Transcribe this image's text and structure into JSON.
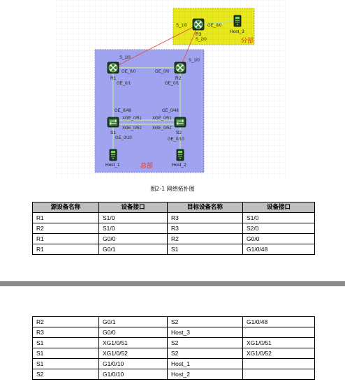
{
  "topology": {
    "regions": {
      "hq": "总部",
      "branch": "分部"
    },
    "devices": [
      {
        "id": "R1",
        "label": "R1",
        "kind": "router"
      },
      {
        "id": "R2",
        "label": "R2",
        "kind": "router"
      },
      {
        "id": "R3",
        "label": "R3",
        "kind": "router"
      },
      {
        "id": "S1",
        "label": "S1",
        "kind": "switch"
      },
      {
        "id": "S2",
        "label": "S2",
        "kind": "switch"
      },
      {
        "id": "Host_1",
        "label": "Host_1",
        "kind": "host"
      },
      {
        "id": "Host_2",
        "label": "Host_2",
        "kind": "host"
      },
      {
        "id": "Host_3",
        "label": "Host_3",
        "kind": "host"
      }
    ],
    "port_labels": [
      "S_1/0",
      "GE_0/0",
      "S_2/0",
      "S_1/0",
      "S_1/0",
      "GE_0/0",
      "GE_0/0",
      "GE_0/1",
      "GE_0/1",
      "GE_0/48",
      "GE_0/48",
      "XGE_0/51",
      "XGE_0/51",
      "XGE_0/52",
      "XGE_0/52",
      "GE_0/10",
      "GE_0/10"
    ],
    "link_colors": {
      "serial": "#e8483f",
      "ethernet": "#b8e0a8"
    }
  },
  "caption": "图2-1 网络拓扑图",
  "table": {
    "headers": [
      "源设备名称",
      "设备接口",
      "目标设备名称",
      "设备接口"
    ],
    "rows_page1": [
      [
        "R1",
        "S1/0",
        "R3",
        "S1/0"
      ],
      [
        "R2",
        "S1/0",
        "R3",
        "S2/0"
      ],
      [
        "R1",
        "G0/0",
        "R2",
        "G0/0"
      ],
      [
        "R1",
        "G0/1",
        "S1",
        "G1/0/48"
      ]
    ],
    "rows_page2": [
      [
        "R2",
        "G0/1",
        "S2",
        "G1/0/48"
      ],
      [
        "R3",
        "G0/0",
        "Host_3",
        ""
      ],
      [
        "S1",
        "XG1/0/51",
        "S2",
        "XG1/0/51"
      ],
      [
        "S1",
        "XG1/0/52",
        "S2",
        "XG1/0/52"
      ],
      [
        "S1",
        "G1/0/10",
        "Host_1",
        ""
      ],
      [
        "S2",
        "G1/0/10",
        "Host_2",
        ""
      ]
    ]
  }
}
